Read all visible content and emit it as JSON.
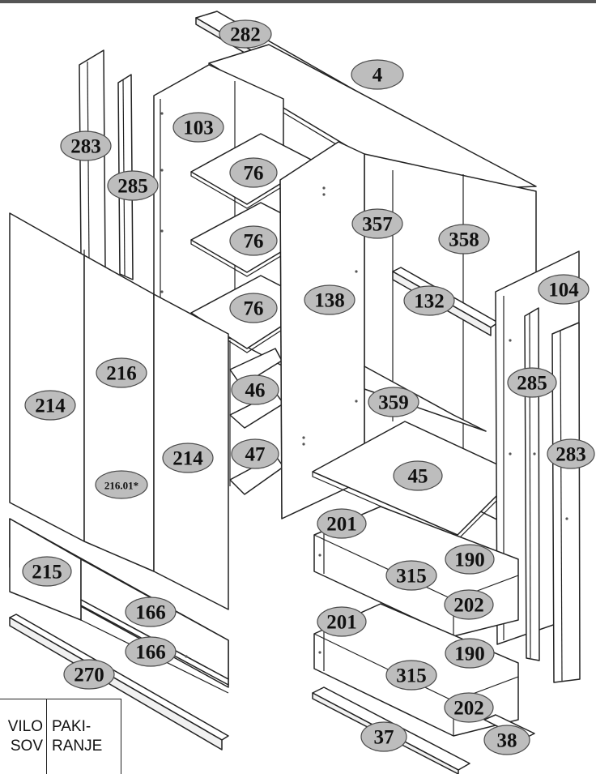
{
  "diagram": {
    "labels": [
      {
        "id": "p282a",
        "text": "282"
      },
      {
        "id": "p4",
        "text": "4"
      },
      {
        "id": "p283a",
        "text": "283"
      },
      {
        "id": "p285a",
        "text": "285"
      },
      {
        "id": "p103",
        "text": "103"
      },
      {
        "id": "p76a",
        "text": "76"
      },
      {
        "id": "p76b",
        "text": "76"
      },
      {
        "id": "p76c",
        "text": "76"
      },
      {
        "id": "p357",
        "text": "357"
      },
      {
        "id": "p358",
        "text": "358"
      },
      {
        "id": "p138",
        "text": "138"
      },
      {
        "id": "p132",
        "text": "132"
      },
      {
        "id": "p104",
        "text": "104"
      },
      {
        "id": "p216",
        "text": "216"
      },
      {
        "id": "p214a",
        "text": "214"
      },
      {
        "id": "p46",
        "text": "46"
      },
      {
        "id": "p359",
        "text": "359"
      },
      {
        "id": "p285b",
        "text": "285"
      },
      {
        "id": "p214b",
        "text": "214"
      },
      {
        "id": "p47",
        "text": "47"
      },
      {
        "id": "p45",
        "text": "45"
      },
      {
        "id": "p283b",
        "text": "283"
      },
      {
        "id": "p21601",
        "text": "216.01*"
      },
      {
        "id": "p201a",
        "text": "201"
      },
      {
        "id": "p190a",
        "text": "190"
      },
      {
        "id": "p215",
        "text": "215"
      },
      {
        "id": "p315a",
        "text": "315"
      },
      {
        "id": "p166a",
        "text": "166"
      },
      {
        "id": "p202a",
        "text": "202"
      },
      {
        "id": "p201b",
        "text": "201"
      },
      {
        "id": "p166b",
        "text": "166"
      },
      {
        "id": "p190b",
        "text": "190"
      },
      {
        "id": "p270",
        "text": "270"
      },
      {
        "id": "p315b",
        "text": "315"
      },
      {
        "id": "p202b",
        "text": "202"
      },
      {
        "id": "p37",
        "text": "37"
      },
      {
        "id": "p38",
        "text": "38"
      }
    ]
  },
  "legend": {
    "left": [
      "VILO",
      "SOV"
    ],
    "right": [
      "PAKI-",
      "RANJE"
    ]
  }
}
